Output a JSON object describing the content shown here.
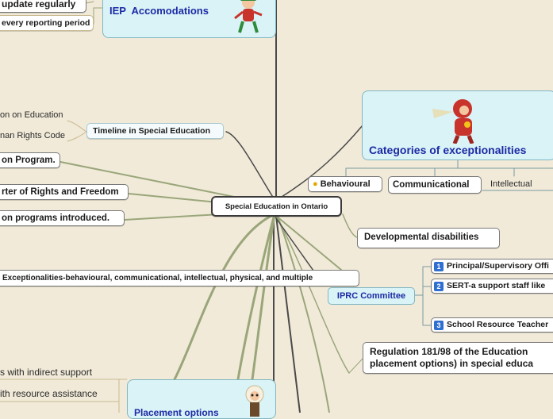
{
  "center": "Special Education in Ontario",
  "iep": {
    "title": "IEP  Accomodations",
    "items": [
      "update regularly",
      "every reporting period"
    ]
  },
  "timeline": {
    "title": "Timeline in Special Education",
    "items": [
      "on on Education",
      "nan Rights Code"
    ]
  },
  "left_items": [
    "on Program.",
    "rter of Rights and Freedom",
    "on programs introduced."
  ],
  "exceptionalities_list": "Exceptionalities-behavioural, communicational, intellectual, physical, and multiple",
  "categories": {
    "title": "Categories of exceptionalities",
    "items": [
      "Behavioural",
      "Communicational",
      "Intellectual"
    ]
  },
  "developmental": "Developmental disabilities",
  "iprc": {
    "title": "IPRC Committee",
    "items": [
      {
        "num": "1",
        "label": "Principal/Supervisory Offi"
      },
      {
        "num": "2",
        "label": "SERT-a support staff like"
      },
      {
        "num": "3",
        "label": "School Resource Teacher"
      }
    ]
  },
  "regulation": [
    "Regulation 181/98 of the Education",
    "placement options) in special educa"
  ],
  "placement": {
    "title": "Placement options",
    "items": [
      "s with indirect support",
      "ith resource assistance"
    ]
  },
  "colors": {
    "background": "#f1ead9",
    "cyan": "#d9f3f7",
    "title_blue": "#1d2aa5",
    "branch": "#9aa67a"
  }
}
